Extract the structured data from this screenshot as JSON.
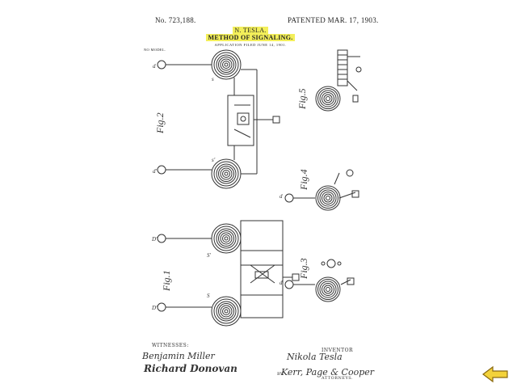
{
  "header": {
    "patent_number": "No. 723,188.",
    "patented": "PATENTED MAR. 17, 1903.",
    "inventor": "N. TESLA.",
    "title": "METHOD OF SIGNALING.",
    "application": "APPLICATION FILED JUNE 14, 1901.",
    "model": "NO MODEL."
  },
  "figures": {
    "fig1": "Fig.1",
    "fig2": "Fig.2",
    "fig3": "Fig.3",
    "fig4": "Fig.4",
    "fig5": "Fig.5"
  },
  "labels": {
    "d": "d",
    "d_prime": "d'",
    "D_prime": "D'",
    "S": "S",
    "S_prime": "S'",
    "s": "s",
    "s_prime": "s'"
  },
  "signatures": {
    "witnesses_label": "WITNESSES:",
    "witness_1": "Benjamin Miller",
    "witness_2": "Richard Donovan",
    "inventor_label": "INVENTOR",
    "inventor_signature": "Nikola Tesla",
    "by": "BY",
    "attorney_signature": "Kerr, Page & Cooper",
    "attorneys_label": "ATTORNEYS."
  },
  "colors": {
    "highlight": "#f3ef5a",
    "button_fill": "#f3d23a",
    "button_stroke": "#8a6a10"
  },
  "nav": {
    "back_icon": "left-arrow-icon"
  }
}
